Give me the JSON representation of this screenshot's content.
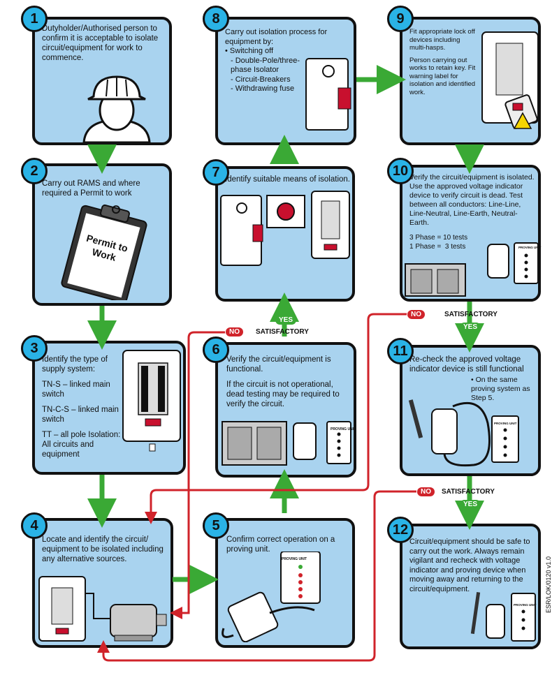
{
  "steps": [
    {
      "num": "1",
      "lines": [
        "Dutyholder/Authorised person to confirm it is acceptable to isolate circuit/equipment for work to commence."
      ]
    },
    {
      "num": "2",
      "lines": [
        "Carry out RAMS and where required a Permit to work"
      ],
      "sign": [
        "Permit to",
        "Work"
      ]
    },
    {
      "num": "3",
      "lines": [
        "Identify the type of supply system:",
        "TN-S – linked main switch",
        "TN-C-S – linked main switch",
        "TT – all pole Isolation: All circuits and equipment"
      ]
    },
    {
      "num": "4",
      "lines": [
        "Locate and identify the circuit/ equipment to be isolated including any alternative sources."
      ]
    },
    {
      "num": "5",
      "lines": [
        "Confirm correct operation on a proving unit."
      ],
      "device": "PROVING UNIT"
    },
    {
      "num": "6",
      "lines": [
        "Verify the circuit/equipment is functional.",
        "If the circuit is not operational, dead testing may be required to verify the circuit."
      ],
      "device": "PROVING UNIT"
    },
    {
      "num": "7",
      "lines": [
        "Identify suitable means of isolation."
      ]
    },
    {
      "num": "8",
      "lines": [
        "Carry out isolation process for equipment by:",
        "• Switching off",
        "  - Double-Pole/three-phase Isolator",
        "  - Circuit-Breakers",
        "  - Withdrawing fuse"
      ]
    },
    {
      "num": "9",
      "lines": [
        "Fit appropriate lock off devices including multi-hasps.",
        "Person carrying out works to retain key. Fit warning label for isolation and identified work."
      ]
    },
    {
      "num": "10",
      "lines": [
        "Verify the circuit/equipment is isolated. Use the approved voltage indicator device to verify circuit is dead. Test between all conductors: Line-Line, Line-Neutral, Line-Earth, Neutral-Earth.",
        "3 Phase = 10 tests",
        "1 Phase =  3 tests"
      ],
      "device": "PROVING UNIT"
    },
    {
      "num": "11",
      "lines": [
        "Re-check the approved voltage indicator device is still functional",
        "• On the same proving system as Step 5."
      ],
      "device": "PROVING UNIT"
    },
    {
      "num": "12",
      "lines": [
        "Circuit/equipment should be safe to carry out the work. Always remain vigilant and recheck with voltage indicator and proving device when moving away and returning to the circuit/equipment."
      ],
      "device": "PROVING UNIT"
    }
  ],
  "decisions": {
    "satisfactory": "SATISFACTORY",
    "no": "NO",
    "yes": "YES"
  },
  "version_code": "ESR/LOK/0120 v1.0",
  "colors": {
    "panel": "#a9d3ef",
    "number": "#2ab3e6",
    "border": "#111111",
    "arrow_green": "#3aa935",
    "arrow_red": "#d0232a",
    "breaker_red": "#c8102e"
  }
}
